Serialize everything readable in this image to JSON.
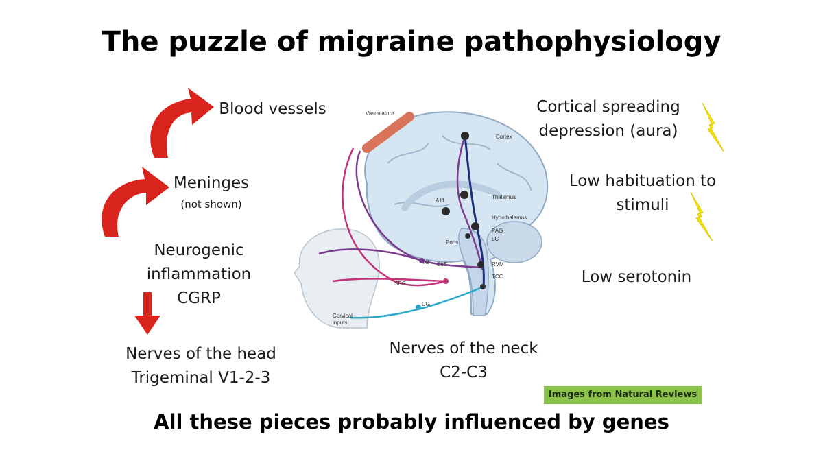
{
  "title": "The puzzle of migraine pathophysiology",
  "left_labels": {
    "blood_vessels": "Blood vessels",
    "meninges": "Meninges",
    "meninges_note": "(not shown)",
    "neurogenic_line1": "Neurogenic",
    "neurogenic_line2": "inflammation",
    "neurogenic_line3": "CGRP",
    "head_nerves_line1": "Nerves of the head",
    "head_nerves_line2": "Trigeminal V1-2-3"
  },
  "right_labels": {
    "csd_line1": "Cortical spreading",
    "csd_line2": "depression (aura)",
    "habituation_line1": "Low habituation to",
    "habituation_line2": "stimuli",
    "serotonin": "Low serotonin"
  },
  "bottom_labels": {
    "neck_line1": "Nerves of the neck",
    "neck_line2": "C2-C3"
  },
  "brain_labels": {
    "vasculature": "Vasculature",
    "cortex": "Cortex",
    "thalamus": "Thalamus",
    "hypothalamus": "Hypothalamus",
    "a11": "A11",
    "pag": "PAG",
    "lc": "LC",
    "pons": "Pons",
    "rvm": "RVM",
    "tcc": "TCC",
    "tg": "TG",
    "sus": "SuS",
    "spg": "SPG",
    "cg": "CG",
    "cervical_line1": "Cervical",
    "cervical_line2": "inputs"
  },
  "credit": "Images from Natural Reviews",
  "footer": "All these pieces probably influenced by genes",
  "colors": {
    "arrow_red": "#d9231d",
    "bolt_yellow": "#f3e500",
    "credit_green": "#8bc34a",
    "brain_fill": "#d6e5f2",
    "path_navy": "#1e2f7a",
    "path_purple": "#7a3b8f",
    "path_magenta": "#c2337a",
    "path_cyan": "#2aa7c9",
    "vessel": "#d9745a"
  }
}
